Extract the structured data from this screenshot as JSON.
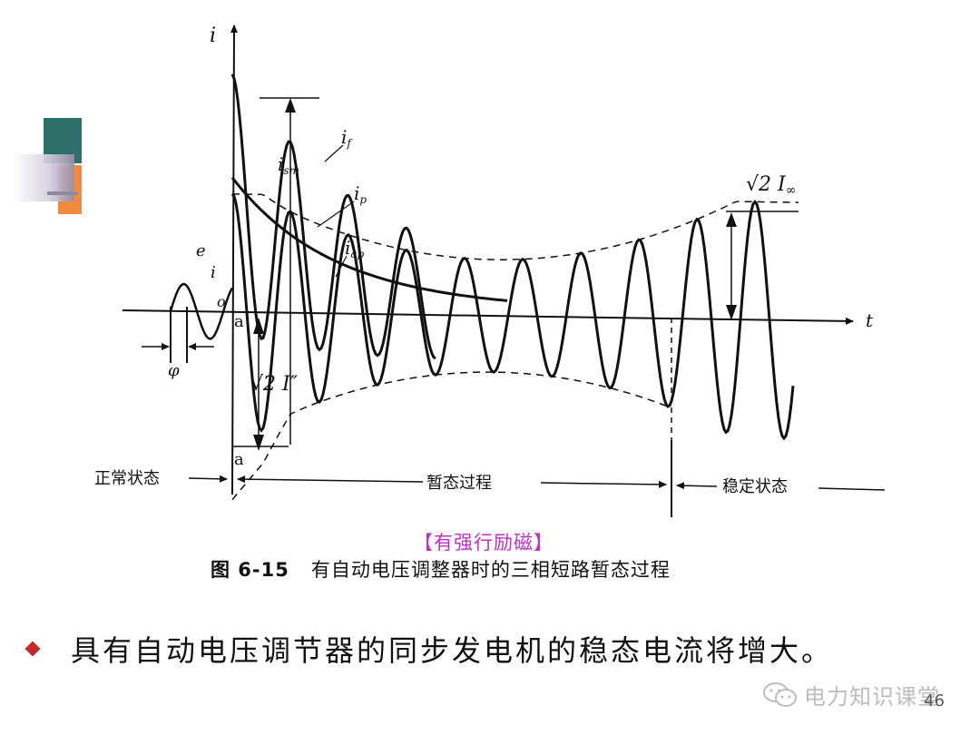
{
  "figure": {
    "axis_i": "i",
    "axis_t": "t",
    "origin": "o",
    "label_e": "e",
    "label_i_pre": "i",
    "label_phi": "φ",
    "label_ism": "i",
    "label_ism_sub": "sm",
    "label_if": "i",
    "label_if_sub": "f",
    "label_ip": "i",
    "label_ip_sub": "p",
    "label_iap": "i",
    "label_iap_sub": "ap",
    "label_sqrt2_Ipp": "√2 I″",
    "label_sqrt2_Iinf": "√2 I",
    "label_inf_sub": "∞",
    "label_a_top": "a",
    "label_a_bottom": "a",
    "phase_normal": "正常状态",
    "phase_transient": "暂态过程",
    "phase_steady": "稳定状态"
  },
  "tag": "【有强行励磁】",
  "caption": {
    "number": "图 6-15",
    "title": "有自动电压调整器时的三相短路暂态过程"
  },
  "bullet": "具有自动电压调节器的同步发电机的稳态电流将增大。",
  "watermark": "电力知识课堂",
  "page_number": "46",
  "colors": {
    "bullet_diamond": "#c62828",
    "tag_text": "#c030c8",
    "deco_teal": "#2e6f6a",
    "deco_orange": "#f08a3c",
    "watermark": "#bdbdbd"
  },
  "icons": [
    "wechat-icon",
    "bullet-diamond-icon"
  ]
}
